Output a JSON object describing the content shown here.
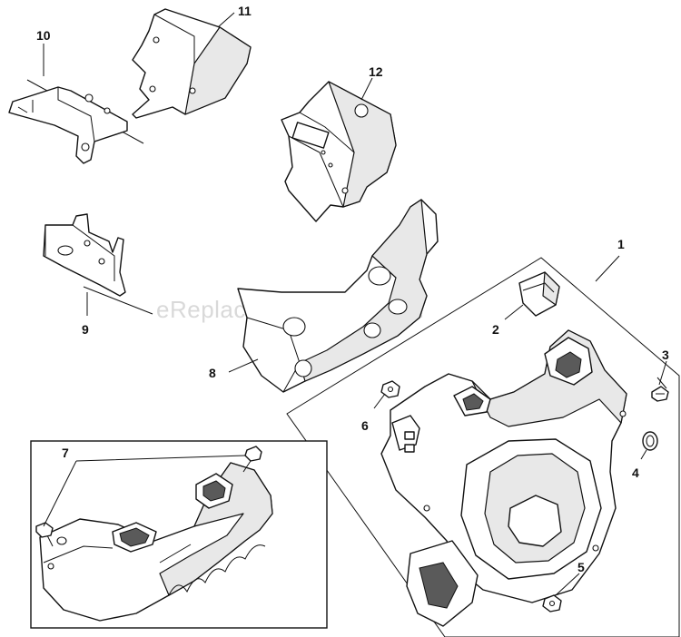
{
  "watermark": "eReplacementParts.com",
  "callouts": {
    "c1": "1",
    "c2": "2",
    "c3": "3",
    "c4": "4",
    "c5": "5",
    "c6": "6",
    "c7": "7",
    "c8": "8",
    "c9": "9",
    "c10": "10",
    "c11": "11",
    "c12": "12"
  }
}
